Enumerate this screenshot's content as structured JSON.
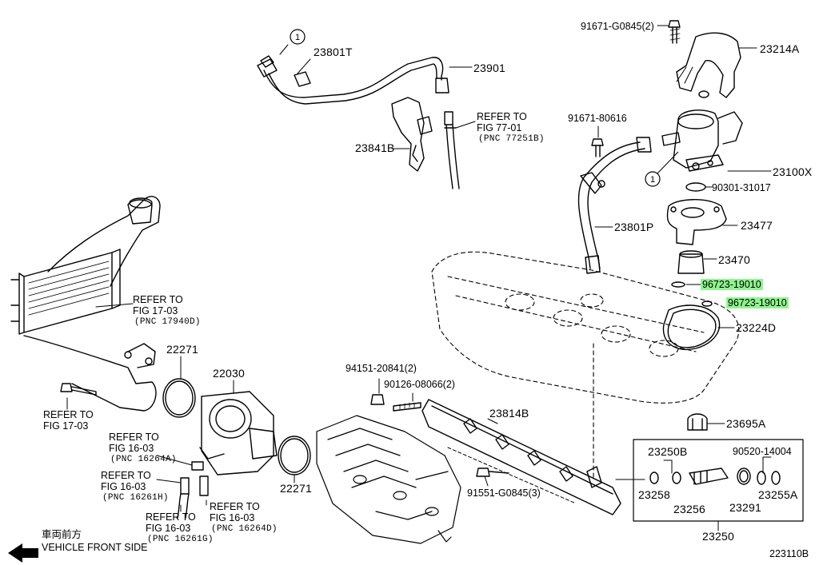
{
  "diagram_id": "223110B",
  "vehicle_front": {
    "jp": "車両前方",
    "en": "VEHICLE FRONT SIDE"
  },
  "circle_marker": "1",
  "parts": {
    "p23801T": "23801T",
    "p23901": "23901",
    "p23841B": "23841B",
    "p91671_G0845": "91671-G0845(2)",
    "p23214A": "23214A",
    "p91671_80616": "91671-80616",
    "p23100X": "23100X",
    "p90301_31017": "90301-31017",
    "p23801P": "23801P",
    "p23477": "23477",
    "p23470": "23470",
    "p96723_a": "96723-19010",
    "p96723_b": "96723-19010",
    "p23224D": "23224D",
    "p22271_a": "22271",
    "p22030": "22030",
    "p22271_b": "22271",
    "p94151": "94151-20841(2)",
    "p90126": "90126-08066(2)",
    "p23814B": "23814B",
    "p91551": "91551-G0845(3)",
    "p23695A": "23695A",
    "p23250B": "23250B",
    "p90520": "90520-14004",
    "p23258": "23258",
    "p23256": "23256",
    "p23291": "23291",
    "p23255A": "23255A",
    "p23250": "23250"
  },
  "refs": {
    "r77": {
      "l1": "REFER TO",
      "l2": "FIG 77-01",
      "l3": "(PNC 77251B)"
    },
    "r17a": {
      "l1": "REFER TO",
      "l2": "FIG 17-03",
      "l3": "(PNC 17940D)"
    },
    "r17b": {
      "l1": "REFER TO",
      "l2": "FIG 17-03"
    },
    "r16a": {
      "l1": "REFER TO",
      "l2": "FIG 16-03",
      "l3": "(PNC 16264A)"
    },
    "r16h": {
      "l1": "REFER TO",
      "l2": "FIG 16-03",
      "l3": "(PNC 16261H)"
    },
    "r16g": {
      "l1": "REFER TO",
      "l2": "FIG 16-03",
      "l3": "(PNC 16261G)"
    },
    "r16d": {
      "l1": "REFER TO",
      "l2": "FIG 16-03",
      "l3": "(PNC 16264D)"
    }
  },
  "colors": {
    "ink": "#000000",
    "highlight": "#8ef58e",
    "paper": "#ffffff"
  }
}
